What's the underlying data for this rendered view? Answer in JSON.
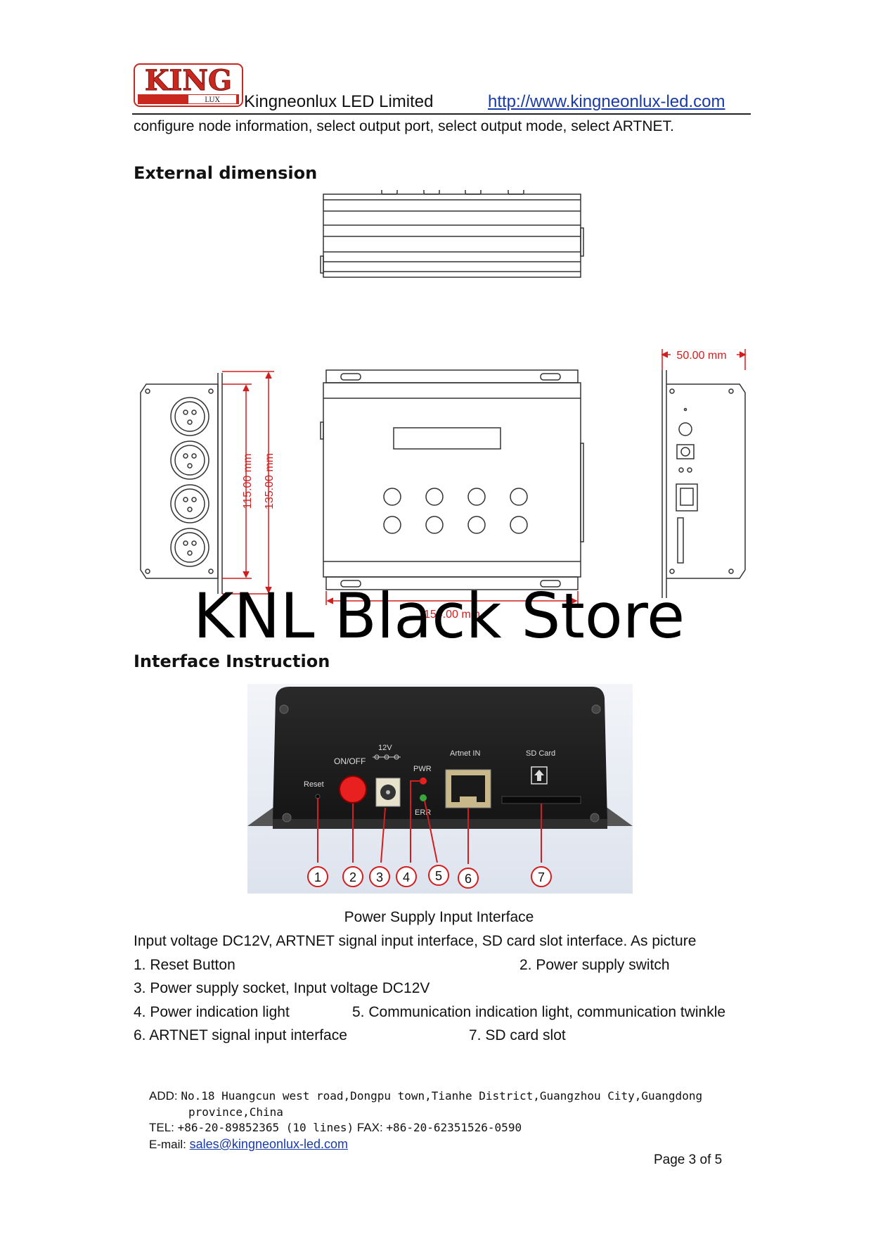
{
  "header": {
    "logo_text": "KING",
    "logo_sub": "LUX",
    "company": "Kingneonlux LED Limited",
    "website": "http://www.kingneonlux-led.com"
  },
  "intro": "configure node information, select output port, select output mode, select ARTNET.",
  "section_dimension": {
    "title": "External dimension",
    "dim_height_inner": "115.00 mm",
    "dim_height_outer": "135.00 mm",
    "dim_width": "154.00 mm",
    "dim_depth": "50.00 mm"
  },
  "watermark": "KNL Black Store",
  "section_interface": {
    "title": "Interface Instruction",
    "photo_labels": {
      "reset": "Reset",
      "onoff": "ON/OFF",
      "v12": "12V",
      "pwr": "PWR",
      "err": "ERR",
      "artnet": "Artnet IN",
      "sdcard": "SD Card"
    },
    "callouts": [
      "1",
      "2",
      "3",
      "4",
      "5",
      "6",
      "7"
    ],
    "caption": "Power Supply Input Interface",
    "description": "Input voltage DC12V, ARTNET signal input interface, SD card slot interface. As picture",
    "items": [
      "1. Reset Button",
      "2. Power supply switch",
      "3. Power supply socket, Input voltage DC12V",
      "4. Power indication light",
      "5. Communication indication light, communication twinkle",
      "6. ARTNET signal input interface",
      "7. SD card slot"
    ]
  },
  "footer": {
    "addr_label": "ADD:",
    "addr_value": "No.18 Huangcun west road,Dongpu town,Tianhe District,Guangzhou City,Guangdong",
    "addr_value2": "province,China",
    "tel_label": "TEL:",
    "tel_value": "+86-20-89852365 (10 lines)",
    "fax_label": "FAX:",
    "fax_value": "+86-20-62351526-0590",
    "email_label": "E-mail:",
    "email_value": "sales@kingneonlux-led.com",
    "page": "Page 3 of 5"
  },
  "colors": {
    "link": "#1a3aa8",
    "logo_red": "#c8281e",
    "dimension_red": "#d21e1e",
    "device_black": "#1c1c1c"
  }
}
